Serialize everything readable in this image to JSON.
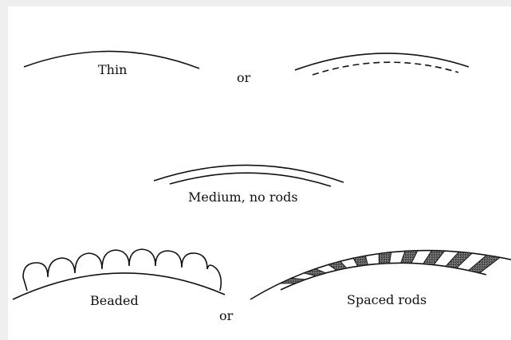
{
  "labels": {
    "thin": "Thin",
    "or_top": "or",
    "medium": "Medium, no rods",
    "beaded": "Beaded",
    "or_bottom": "or",
    "spaced_rods": "Spaced rods"
  },
  "colors": {
    "background": "#efefef",
    "panel": "#ffffff",
    "ink": "#111111",
    "rod_fill": "#555555"
  }
}
